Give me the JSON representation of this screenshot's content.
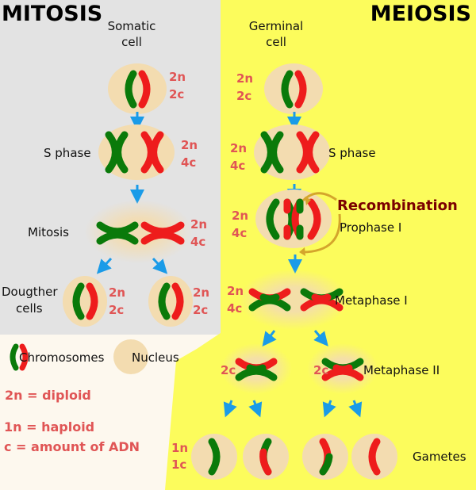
{
  "titles": {
    "mitosis": "MITOSIS",
    "meiosis": "MEIOSIS"
  },
  "mitosis": {
    "start_line1": "Somatic",
    "start_line2": "cell",
    "s_phase": "S phase",
    "mitosis": "Mitosis",
    "daughter_line1": "Dougther",
    "daughter_line2": "cells",
    "ploidy": {
      "start": [
        "2n",
        "2c"
      ],
      "s_phase": [
        "2n",
        "4c"
      ],
      "mitosis": [
        "2n",
        "4c"
      ],
      "daughter_left": [
        "2n",
        "2c"
      ],
      "daughter_right": [
        "2n",
        "2c"
      ]
    }
  },
  "meiosis": {
    "start_line1": "Germinal",
    "start_line2": "cell",
    "s_phase": "S phase",
    "recombination": "Recombination",
    "prophase": "Prophase I",
    "metaphase1": "Metaphase I",
    "metaphase2": "Metaphase II",
    "gametes": "Gametes",
    "ploidy": {
      "start": [
        "2n",
        "2c"
      ],
      "s_phase": [
        "2n",
        "4c"
      ],
      "prophase": [
        "2n",
        "4c"
      ],
      "metaphase1": [
        "2n",
        "4c"
      ],
      "metaphase2_left": "2c",
      "metaphase2_right": "2c",
      "gametes": [
        "1n",
        "1c"
      ]
    }
  },
  "legend": {
    "chromosomes": "Chromosomes",
    "nucleus": "Nucleus",
    "diploid": "2n = diploid",
    "haploid": "1n = haploid",
    "amount": "c = amount of ADN"
  },
  "colors": {
    "maternal": "#0a7a0a",
    "paternal": "#ee1c1c",
    "nucleus": "#f3dcb0",
    "arrow": "#1a9be8",
    "mitosis_bg": "#e3e3e3",
    "meiosis_bg": "#fcfc5c",
    "recombination": "#7a0000"
  }
}
